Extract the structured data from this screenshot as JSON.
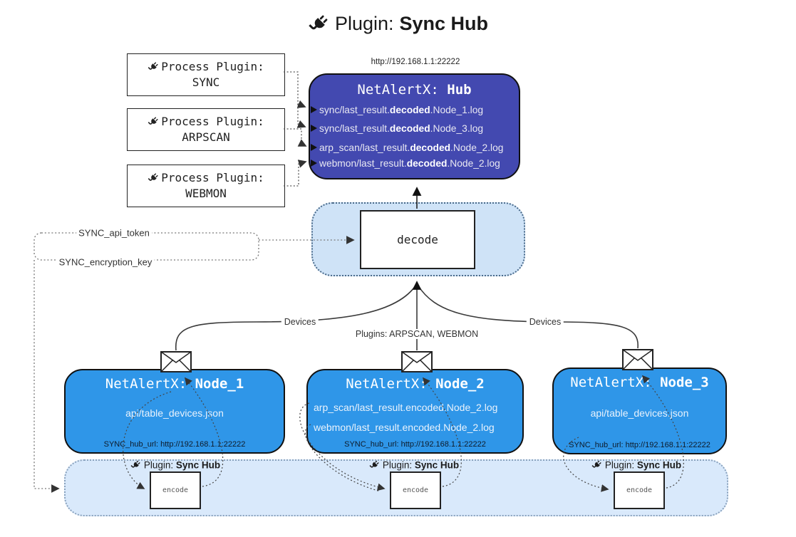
{
  "title": {
    "icon": "plug-icon",
    "prefix": "Plugin: ",
    "name": "Sync Hub"
  },
  "hub": {
    "url": "http://192.168.1.1:22222",
    "title_prefix": "NetAlertX: ",
    "title_name": "Hub",
    "logs": [
      {
        "prefix": "sync/last_result.",
        "bold": "decoded",
        "suffix": ".Node_1.log"
      },
      {
        "prefix": "sync/last_result.",
        "bold": "decoded",
        "suffix": ".Node_3.log"
      },
      {
        "prefix": "arp_scan/last_result.",
        "bold": "decoded",
        "suffix": ".Node_2.log"
      },
      {
        "prefix": "webmon/last_result.",
        "bold": "decoded",
        "suffix": ".Node_2.log"
      }
    ]
  },
  "process_plugins": [
    {
      "label": "Process Plugin:",
      "name": "SYNC"
    },
    {
      "label": "Process Plugin:",
      "name": "ARPSCAN"
    },
    {
      "label": "Process Plugin:",
      "name": "WEBMON"
    }
  ],
  "decode": {
    "label": "decode"
  },
  "secrets": {
    "api_token": "SYNC_api_token",
    "encryption_key": "SYNC_encryption_key"
  },
  "edge_labels": {
    "devices_left": "Devices",
    "plugins_center": "Plugins: ARPSCAN, WEBMON",
    "devices_right": "Devices"
  },
  "nodes": [
    {
      "title_prefix": "NetAlertX: ",
      "title_name": "Node_1",
      "lines": [
        "api/table_devices.json"
      ],
      "hub_url": "SYNC_hub_url: http://192.168.1.1:22222"
    },
    {
      "title_prefix": "NetAlertX: ",
      "title_name": "Node_2",
      "lines": [
        "arp_scan/last_result.encoded.Node_2.log",
        "webmon/last_result.encoded.Node_2.log"
      ],
      "hub_url": "SYNC_hub_url: http://192.168.1.1:22222"
    },
    {
      "title_prefix": "NetAlertX: ",
      "title_name": "Node_3",
      "lines": [
        "api/table_devices.json"
      ],
      "hub_url": "SYNC_hub_url: http://192.168.1.1:22222"
    }
  ],
  "encoder_sections": [
    {
      "label_prefix": "Plugin: ",
      "label_name": "Sync Hub",
      "encode_label": "encode"
    },
    {
      "label_prefix": "Plugin: ",
      "label_name": "Sync Hub",
      "encode_label": "encode"
    },
    {
      "label_prefix": "Plugin: ",
      "label_name": "Sync Hub",
      "encode_label": "encode"
    }
  ],
  "colors": {
    "hub_bg": "#4349b0",
    "node_bg": "#2f96e8",
    "strip_bg": "#d9e9fb",
    "decode_panel_bg": "#cfe3f7",
    "hub_text": "#e8e8f2",
    "node_text": "#e9f2fc"
  }
}
